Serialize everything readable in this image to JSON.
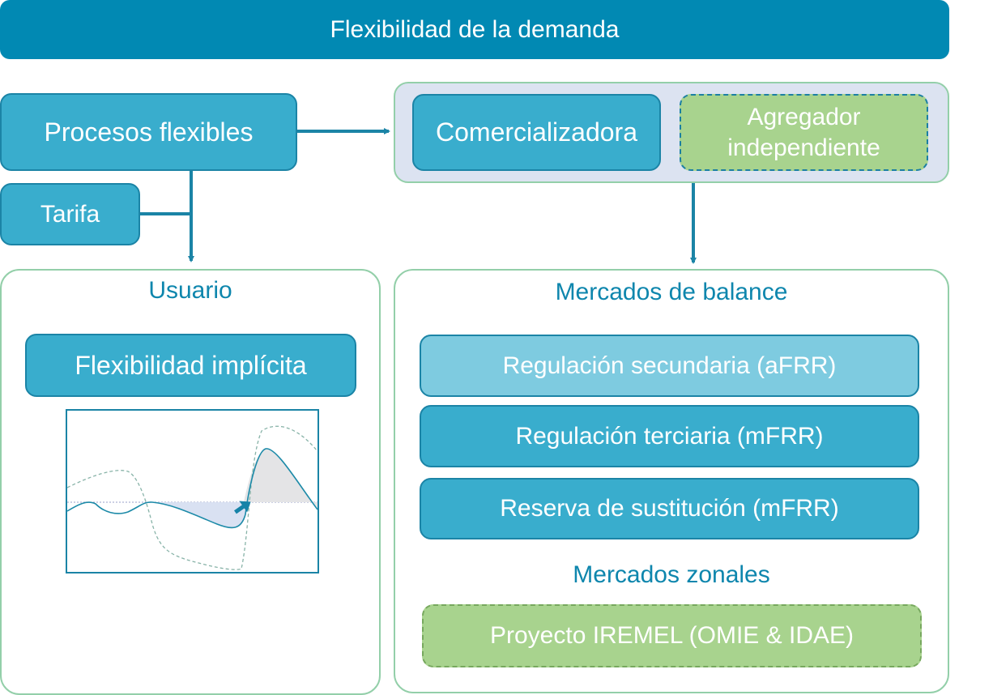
{
  "title": "Flexibilidad de la demanda",
  "nodes": {
    "procesos": "Procesos flexibles",
    "tarifa": "Tarifa",
    "comercializadora": "Comercializadora",
    "agregador": "Agregador independiente"
  },
  "usuario": {
    "heading": "Usuario",
    "box": "Flexibilidad implícita"
  },
  "mercados": {
    "balance_heading": "Mercados de balance",
    "items": [
      "Regulación secundaria (aFRR)",
      "Regulación terciaria (mFRR)",
      "Reserva de sustitución (mFRR)"
    ],
    "zonales_heading": "Mercados zonales",
    "zonal_item": "Proyecto IREMEL (OMIE & IDAE)"
  },
  "colors": {
    "primary": "#0189b3",
    "box": "#39adcd",
    "box_light": "#7ecbe0",
    "green": "#a8d38e",
    "panel_border": "#93cfa9",
    "panel_blue_bg": "#dce3f1"
  }
}
